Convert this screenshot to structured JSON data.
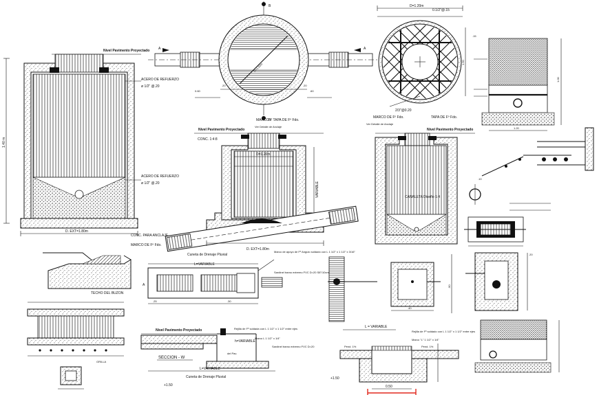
{
  "labels": {
    "nivel_main": "Nivel Pavimento Proyectado",
    "acero_top": "ACERO DE REFUERZO",
    "acero_top_spec": "ø 1/2\" @.20",
    "acero_bottom": "ACERO DE REFUERZO",
    "acero_bottom_spec": "ø 1/2\" @.20",
    "dext_left": "D. EXT=1.80m",
    "height_left": "1.40 m",
    "plan_top_dim": "D=1.20m",
    "plan_top_dim2": "1.50",
    "rebar_plan_top": "0.1/2\"@.15",
    "rebar_plan_bottom": "2/3\"@0.20",
    "marco_tapa": "MARCO Y TAPA DE Fº Fdo.",
    "ver_detalle": "Ver Detalle de Anclaje",
    "nivel_mid": "Nivel Pavimento Proyectado",
    "conc": "CONC. 1:4:8",
    "marco_right": "MARCO DE Fº Fdo.",
    "tapa_right": "TAPA DE Fº Fdo.",
    "ver_detalle_right": "Ver Detalle de Anclaje",
    "nivel_right": "Nivel Pavimento Proyectado",
    "d_inner": "D=1.20m",
    "variable": "VARIABLE",
    "canaleta": "CANALETA Diseño 1:4",
    "dext_mid": "D. EXT=1.80m",
    "conc_para": "CONC. PARA ANCLAJE",
    "marco_ff": "MARCO DE Fº Fdo.",
    "techo": "TECHO DEL BUZON",
    "cuneta_title": "Cuneta de Drenaje Pluvial",
    "l_variable": "L=VARIABLE",
    "marco_apoyo": "Marco de apoyo de Fº Angulo soldado con L 1 1/2\" x 1 1/2\" x 3/16\"",
    "sardinel": "Sardinel tramo extremo FVC D=20 S8\"/10cm",
    "l_variable_right": "L = VARIABLE",
    "nivel_bottom": "Nivel Pavimento Proyectado",
    "rejilla": "Rejilla de Fº soldada con L 1 1/2\" x 1 1/2\" entre ejes",
    "marco_bottom": "Marco L 1 1/2\" x 1/4\"",
    "h_variable": "h=VARIABLE",
    "sardinel_bottom": "Sardinel tramo extremo FVC D=20",
    "del_pav": "del Pav.",
    "seccion": "SECCION - W",
    "l_variable_bottom": "L=VARIABLE",
    "cuneta_bottom": "Cuneta de Drenaje Pluvial",
    "elev_left": "+1.50",
    "rejilla_right": "Rejilla de Fº soldado con L 1 1/2\" x 1 1/2\" entre ejes",
    "marco_right2": "Marco \"L\" 1 1/2\" x 1/4\"",
    "pend_left": "Pend. 1%",
    "pend_right": "Pend. 1%",
    "elev_bottom": "+1.50",
    "dim_bottom": "0.50",
    "grilla_label": "GRILLA"
  },
  "dims": {
    "d60_1": "0.60",
    "d60_2": ".60",
    "d20_a": ".20",
    "d20_b": ".20",
    "d40": ".40",
    "d90": ".90",
    "d120": "1.20",
    "d100": "1.00",
    "d30": ".30",
    "d15": ".15",
    "d25": ".25",
    "d10": ".10"
  },
  "section_marks": {
    "a": "A",
    "b": "B"
  },
  "colors": {
    "line": "#111111",
    "accent": "#e0261b",
    "paper": "#ffffff"
  }
}
